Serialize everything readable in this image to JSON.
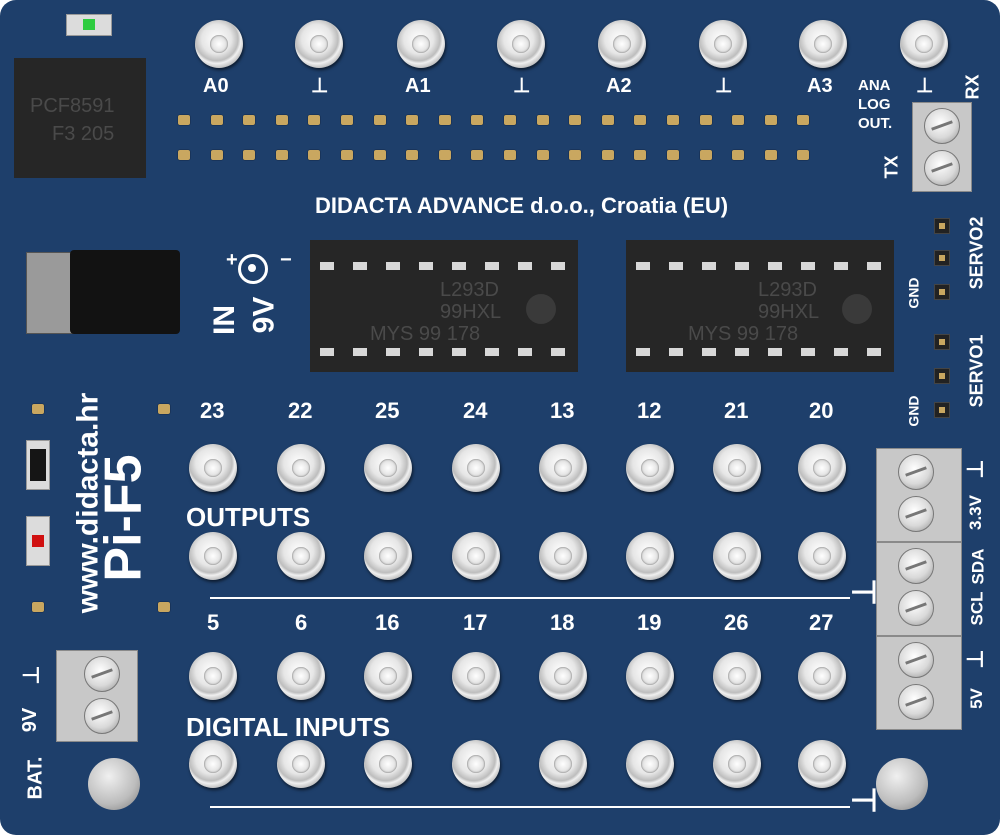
{
  "board": {
    "name": "Pi-F5",
    "website": "www.didacta.hr",
    "manufacturer": "DIDACTA ADVANCE d.o.o., Croatia (EU)"
  },
  "adc_chip": {
    "line1": "PCF8591",
    "line2": "F3 205"
  },
  "driver_chips": [
    {
      "line1": "L293D",
      "line2": "99HXL",
      "line3": "MYS  99 178"
    },
    {
      "line1": "L293D",
      "line2": "99HXL",
      "line3": "MYS  99 178"
    }
  ],
  "analog_labels": [
    "A0",
    "⊥",
    "A1",
    "⊥",
    "A2",
    "⊥",
    "A3",
    "⊥"
  ],
  "serial": {
    "ana": "ANA",
    "log": "LOG",
    "out": "OUT.",
    "rx": "RX",
    "tx": "TX"
  },
  "power_in": {
    "plus": "+",
    "minus": "−",
    "volt": "9V",
    "in": "IN"
  },
  "servo": {
    "servo2": "SERVO2",
    "servo1": "SERVO1",
    "gnd": "GND"
  },
  "output_numbers_top": [
    "23",
    "22",
    "25",
    "24",
    "13",
    "12",
    "21",
    "20"
  ],
  "output_numbers_bottom": [
    "5",
    "6",
    "16",
    "17",
    "18",
    "19",
    "26",
    "27"
  ],
  "outputs_label": "OUTPUTS",
  "digital_inputs_label": "DIGITAL INPUTS",
  "ground_symbol": "⊥",
  "right_terminal": {
    "gnd": "⊥",
    "v33": "3.3V",
    "sda": "SDA",
    "scl": "SCL",
    "gnd2": "⊥",
    "v5": "5V"
  },
  "battery": {
    "gnd": "⊥",
    "volt": "9V",
    "bat": "BAT."
  },
  "colors": {
    "board": "#1e3f6b",
    "silk": "#ffffff",
    "led_green": "#2ecc40",
    "led_red": "#d01010"
  }
}
